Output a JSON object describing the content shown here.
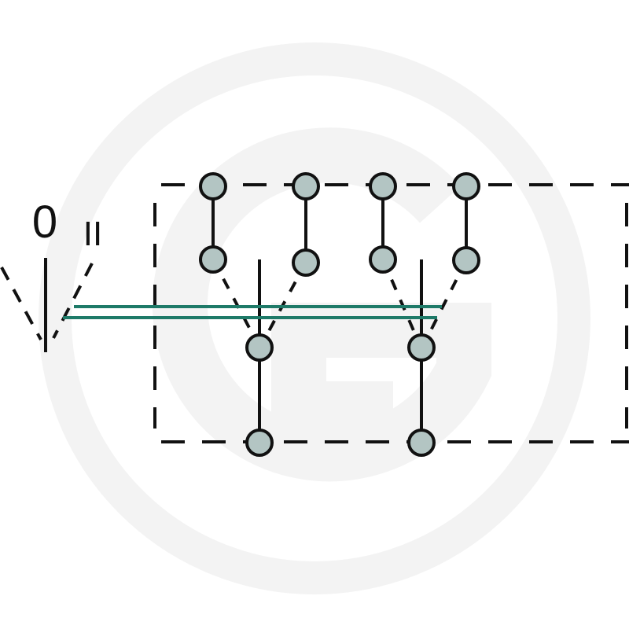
{
  "labels": {
    "position_zero": "0",
    "position_two": "II"
  },
  "watermark": {
    "letter": "G"
  },
  "colors": {
    "line": "#111111",
    "contact_fill": "#b3c5c3",
    "link": "#1e7a68",
    "watermark": "#f2f2f2"
  }
}
